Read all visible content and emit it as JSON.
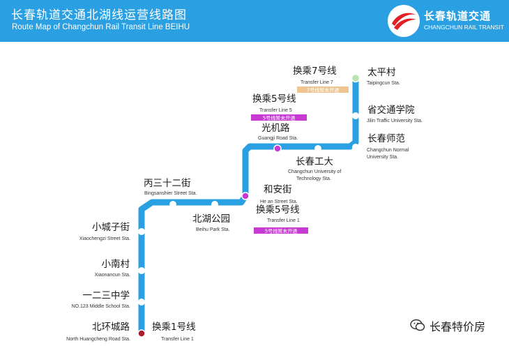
{
  "header": {
    "title": "长春轨道交通北湖线运营线路图",
    "subtitle": "Route Map of Changchun Rail Transit Line BEIHU",
    "brand_cn": "长春轨道交通",
    "brand_en": "CHANGCHUN RAIL TRANSIT"
  },
  "colors": {
    "line": "#2aa0e2",
    "station_fill": "#ffffff",
    "transfer_line1": "#b0182c",
    "transfer_line5": "#c73bd4",
    "transfer_line7": "#eec591",
    "terminal_green": "#b9e3b0"
  },
  "stations": [
    {
      "cn": "北环城路",
      "en": "North Huangcheng Road Sta."
    },
    {
      "cn": "一二三中学",
      "en": "NO.123 Middle School Sta."
    },
    {
      "cn": "小南村",
      "en": "Xiaonancun Sta."
    },
    {
      "cn": "小城子街",
      "en": "Xiaochengzi Street Sta."
    },
    {
      "cn": "丙三十二街",
      "en": "Bingsanshier Street Sta."
    },
    {
      "cn": "北湖公园",
      "en": "Beihu Park Sta."
    },
    {
      "cn": "和安街",
      "en": "He an Street Sta."
    },
    {
      "cn": "光机路",
      "en": "Guangji Road Sta."
    },
    {
      "cn": "长春工大",
      "en": "Changchun University of",
      "en2": "Technology Sta."
    },
    {
      "cn": "长春师范",
      "en": "Changchun Normal",
      "en2": "University Sta."
    },
    {
      "cn": "省交通学院",
      "en": "Jilin Traffic University Sta."
    },
    {
      "cn": "太平村",
      "en": "Taipingcun Sta."
    }
  ],
  "transfers": [
    {
      "cn": "换乘1号线",
      "en": "Transfer Line 1"
    },
    {
      "cn": "换乘5号线",
      "en": "Transfer Line 1",
      "tag": "5号线暂未开通"
    },
    {
      "cn": "换乘5号线",
      "en": "Transfer Line 5",
      "tag": "5号线暂未开通"
    },
    {
      "cn": "换乘7号线",
      "en": "Transfer Line 7",
      "tag": "7号线暂未开通"
    }
  ],
  "watermark": {
    "text": "长春特价房"
  }
}
